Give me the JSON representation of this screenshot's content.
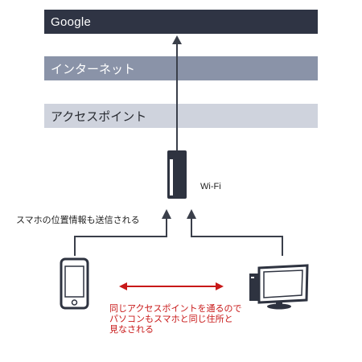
{
  "bars": {
    "google": "Google",
    "internet": "インターネット",
    "access_point": "アクセスポイント"
  },
  "router": {
    "label": "Wi-Fi"
  },
  "smartphone_note": "スマホの位置情報も送信される",
  "shared_note": {
    "line1": "同じアクセスポイントを通るので",
    "line2": "パソコンもスマホと同じ住所と",
    "line3": "見なされる"
  },
  "colors": {
    "google_bar": "#2f3444",
    "internet_bar": "#8a93a8",
    "access_point_bar": "#cfd3dd",
    "line": "#3a3f4a",
    "note_red": "#c81818"
  },
  "icons": {
    "router": "wifi-router-icon",
    "smartphone": "smartphone-icon",
    "desktop": "desktop-computer-icon"
  }
}
